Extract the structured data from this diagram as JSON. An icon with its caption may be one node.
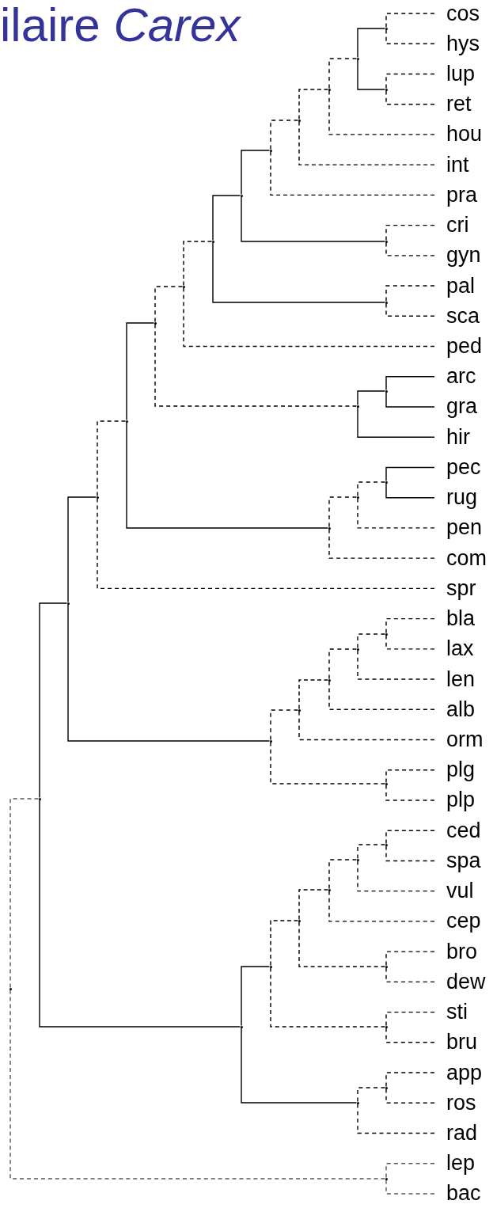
{
  "diagram": {
    "title": "ilaire *Carex*",
    "nodes": [
      {
        "text": [
          "cos"
        ]
      },
      {
        "text": [
          "hys"
        ]
      },
      {
        "text": [
          "lup"
        ]
      },
      {
        "text": [
          "ret"
        ]
      },
      {
        "text": [
          "hou"
        ]
      },
      {
        "text": [
          "int"
        ]
      },
      {
        "text": [
          "pra"
        ]
      },
      {
        "text": [
          "cri"
        ]
      },
      {
        "text": [
          "gyn"
        ]
      },
      {
        "text": [
          "pal"
        ]
      },
      {
        "text": [
          "sca"
        ]
      },
      {
        "text": [
          "ped"
        ]
      },
      {
        "text": [
          "arc"
        ]
      },
      {
        "text": [
          "gra"
        ]
      },
      {
        "text": [
          "hir"
        ]
      },
      {
        "text": [
          "pec"
        ]
      },
      {
        "text": [
          "rug"
        ]
      },
      {
        "text": [
          "pen"
        ]
      },
      {
        "text": [
          "com"
        ]
      },
      {
        "text": [
          "spr"
        ]
      },
      {
        "text": [
          "bla"
        ]
      },
      {
        "text": [
          "lax"
        ]
      },
      {
        "text": [
          "len"
        ]
      },
      {
        "text": [
          "alb"
        ]
      },
      {
        "text": [
          "orm"
        ]
      },
      {
        "text": [
          "plg"
        ]
      },
      {
        "text": [
          "plp"
        ]
      },
      {
        "text": [
          "ced"
        ]
      },
      {
        "text": [
          "spa"
        ]
      },
      {
        "text": [
          "vul"
        ]
      },
      {
        "text": [
          "cep"
        ]
      },
      {
        "text": [
          "bro"
        ]
      },
      {
        "text": [
          "dew"
        ]
      },
      {
        "text": [
          "sti"
        ]
      },
      {
        "text": [
          "bru"
        ]
      },
      {
        "text": [
          "app"
        ]
      },
      {
        "text": [
          "ros"
        ]
      },
      {
        "text": [
          "rad"
        ]
      },
      {
        "text": [
          "lep"
        ]
      },
      {
        "text": [
          "bac"
        ]
      },
      {
        "text": [],
        "shape": "point"
      },
      {
        "text": [],
        "shape": "point"
      },
      {
        "text": [],
        "shape": "point"
      },
      {
        "text": [],
        "shape": "point"
      },
      {
        "text": [],
        "shape": "point"
      },
      {
        "text": [],
        "shape": "point"
      },
      {
        "text": [],
        "shape": "point"
      },
      {
        "text": [],
        "shape": "point"
      },
      {
        "text": [],
        "shape": "point"
      },
      {
        "text": [],
        "shape": "point"
      },
      {
        "text": [],
        "shape": "point"
      },
      {
        "text": [],
        "shape": "point"
      },
      {
        "text": [],
        "shape": "point"
      },
      {
        "text": [],
        "shape": "point"
      },
      {
        "text": [],
        "shape": "point"
      },
      {
        "text": [],
        "shape": "point"
      },
      {
        "text": [],
        "shape": "point"
      },
      {
        "text": [],
        "shape": "point"
      },
      {
        "text": [],
        "shape": "point"
      },
      {
        "text": [],
        "shape": "point"
      },
      {
        "text": [],
        "shape": "point"
      },
      {
        "text": [],
        "shape": "point"
      },
      {
        "text": [],
        "shape": "point"
      },
      {
        "text": [],
        "shape": "point"
      },
      {
        "text": [],
        "shape": "point"
      },
      {
        "text": [],
        "shape": "point"
      },
      {
        "text": [],
        "shape": "point"
      },
      {
        "text": [],
        "shape": "point"
      },
      {
        "text": [],
        "shape": "point"
      },
      {
        "text": [],
        "shape": "point"
      },
      {
        "text": [],
        "shape": "point"
      },
      {
        "text": [],
        "shape": "point"
      },
      {
        "text": [],
        "shape": "point"
      },
      {
        "text": [],
        "shape": "point"
      },
      {
        "text": [],
        "shape": "point"
      },
      {
        "text": [],
        "shape": "point"
      },
      {
        "text": [],
        "shape": "point"
      },
      {
        "text": [],
        "shape": "point"
      },
      {
        "text": [],
        "shape": "point"
      }
    ],
    "edges": [
      {
        "from": 40,
        "to": 41,
        "arrow": "none",
        "style": "dashed",
        "color": "#555555"
      },
      {
        "from": 40,
        "to": 78,
        "arrow": "none",
        "style": "dashed",
        "color": "#555555"
      },
      {
        "from": 78,
        "to": 38,
        "arrow": "none",
        "style": "dashed",
        "color": "#555555"
      },
      {
        "from": 78,
        "to": 39,
        "arrow": "none",
        "style": "dashed",
        "color": "#555555"
      },
      {
        "from": 41,
        "to": 42,
        "arrow": "none"
      },
      {
        "from": 41,
        "to": 43,
        "arrow": "none"
      },
      {
        "from": 42,
        "to": 44,
        "arrow": "none"
      },
      {
        "from": 42,
        "to": 45,
        "arrow": "none"
      },
      {
        "from": 44,
        "to": 46,
        "arrow": "none",
        "style": "dashed"
      },
      {
        "from": 44,
        "to": 19,
        "arrow": "none",
        "style": "dashed"
      },
      {
        "from": 46,
        "to": 47,
        "arrow": "none"
      },
      {
        "from": 46,
        "to": 48,
        "arrow": "none"
      },
      {
        "from": 47,
        "to": 49,
        "arrow": "none",
        "style": "dashed"
      },
      {
        "from": 47,
        "to": 50,
        "arrow": "none",
        "style": "dashed"
      },
      {
        "from": 49,
        "to": 51,
        "arrow": "none",
        "style": "dashed"
      },
      {
        "from": 49,
        "to": 11,
        "arrow": "none",
        "style": "dashed"
      },
      {
        "from": 51,
        "to": 52,
        "arrow": "none"
      },
      {
        "from": 51,
        "to": 53,
        "arrow": "none"
      },
      {
        "from": 52,
        "to": 54,
        "arrow": "none"
      },
      {
        "from": 52,
        "to": 55,
        "arrow": "none"
      },
      {
        "from": 54,
        "to": 56,
        "arrow": "none",
        "style": "dashed"
      },
      {
        "from": 54,
        "to": 6,
        "arrow": "none",
        "style": "dashed"
      },
      {
        "from": 56,
        "to": 57,
        "arrow": "none",
        "style": "dashed"
      },
      {
        "from": 56,
        "to": 5,
        "arrow": "none",
        "style": "dashed"
      },
      {
        "from": 57,
        "to": 58,
        "arrow": "none",
        "style": "dashed"
      },
      {
        "from": 57,
        "to": 4,
        "arrow": "none",
        "style": "dashed"
      },
      {
        "from": 58,
        "to": 59,
        "arrow": "none"
      },
      {
        "from": 58,
        "to": 60,
        "arrow": "none"
      },
      {
        "from": 59,
        "to": 0,
        "arrow": "none",
        "style": "dashed"
      },
      {
        "from": 59,
        "to": 1,
        "arrow": "none",
        "style": "dashed"
      },
      {
        "from": 60,
        "to": 2,
        "arrow": "none",
        "style": "dashed"
      },
      {
        "from": 60,
        "to": 3,
        "arrow": "none",
        "style": "dashed"
      },
      {
        "from": 55,
        "to": 7,
        "arrow": "none",
        "style": "dashed"
      },
      {
        "from": 55,
        "to": 8,
        "arrow": "none",
        "style": "dashed"
      },
      {
        "from": 53,
        "to": 9,
        "arrow": "none",
        "style": "dashed"
      },
      {
        "from": 53,
        "to": 10,
        "arrow": "none",
        "style": "dashed"
      },
      {
        "from": 50,
        "to": 61,
        "arrow": "none"
      },
      {
        "from": 50,
        "to": 14,
        "arrow": "none"
      },
      {
        "from": 61,
        "to": 12,
        "arrow": "none"
      },
      {
        "from": 61,
        "to": 13,
        "arrow": "none"
      },
      {
        "from": 48,
        "to": 62,
        "arrow": "none",
        "style": "dashed"
      },
      {
        "from": 48,
        "to": 18,
        "arrow": "none",
        "style": "dashed"
      },
      {
        "from": 62,
        "to": 63,
        "arrow": "none",
        "style": "dashed"
      },
      {
        "from": 62,
        "to": 17,
        "arrow": "none",
        "style": "dashed"
      },
      {
        "from": 63,
        "to": 15,
        "arrow": "none"
      },
      {
        "from": 63,
        "to": 16,
        "arrow": "none"
      },
      {
        "from": 45,
        "to": 64,
        "arrow": "none",
        "style": "dashed"
      },
      {
        "from": 45,
        "to": 65,
        "arrow": "none",
        "style": "dashed"
      },
      {
        "from": 64,
        "to": 66,
        "arrow": "none",
        "style": "dashed"
      },
      {
        "from": 64,
        "to": 24,
        "arrow": "none",
        "style": "dashed"
      },
      {
        "from": 66,
        "to": 67,
        "arrow": "none",
        "style": "dashed"
      },
      {
        "from": 66,
        "to": 23,
        "arrow": "none",
        "style": "dashed"
      },
      {
        "from": 67,
        "to": 68,
        "arrow": "none",
        "style": "dashed"
      },
      {
        "from": 67,
        "to": 22,
        "arrow": "none",
        "style": "dashed"
      },
      {
        "from": 68,
        "to": 20,
        "arrow": "none",
        "style": "dashed"
      },
      {
        "from": 68,
        "to": 21,
        "arrow": "none",
        "style": "dashed"
      },
      {
        "from": 65,
        "to": 25,
        "arrow": "none",
        "style": "dashed"
      },
      {
        "from": 65,
        "to": 26,
        "arrow": "none",
        "style": "dashed"
      },
      {
        "from": 43,
        "to": 69,
        "arrow": "none"
      },
      {
        "from": 43,
        "to": 70,
        "arrow": "none"
      },
      {
        "from": 69,
        "to": 71,
        "arrow": "none",
        "style": "dashed"
      },
      {
        "from": 69,
        "to": 72,
        "arrow": "none",
        "style": "dashed"
      },
      {
        "from": 71,
        "to": 73,
        "arrow": "none",
        "style": "dashed"
      },
      {
        "from": 71,
        "to": 74,
        "arrow": "none",
        "style": "dashed"
      },
      {
        "from": 73,
        "to": 75,
        "arrow": "none",
        "style": "dashed"
      },
      {
        "from": 73,
        "to": 30,
        "arrow": "none",
        "style": "dashed"
      },
      {
        "from": 75,
        "to": 76,
        "arrow": "none",
        "style": "dashed"
      },
      {
        "from": 75,
        "to": 29,
        "arrow": "none",
        "style": "dashed"
      },
      {
        "from": 76,
        "to": 27,
        "arrow": "none",
        "style": "dashed"
      },
      {
        "from": 76,
        "to": 28,
        "arrow": "none",
        "style": "dashed"
      },
      {
        "from": 74,
        "to": 31,
        "arrow": "none",
        "style": "dashed"
      },
      {
        "from": 74,
        "to": 32,
        "arrow": "none",
        "style": "dashed"
      },
      {
        "from": 72,
        "to": 33,
        "arrow": "none",
        "style": "dashed"
      },
      {
        "from": 72,
        "to": 34,
        "arrow": "none",
        "style": "dashed"
      },
      {
        "from": 70,
        "to": 77,
        "arrow": "none",
        "style": "dashed"
      },
      {
        "from": 70,
        "to": 37,
        "arrow": "none",
        "style": "dashed"
      },
      {
        "from": 77,
        "to": 35,
        "arrow": "none",
        "style": "dashed"
      },
      {
        "from": 77,
        "to": 36,
        "arrow": "none",
        "style": "dashed"
      }
    ]
  }
}
